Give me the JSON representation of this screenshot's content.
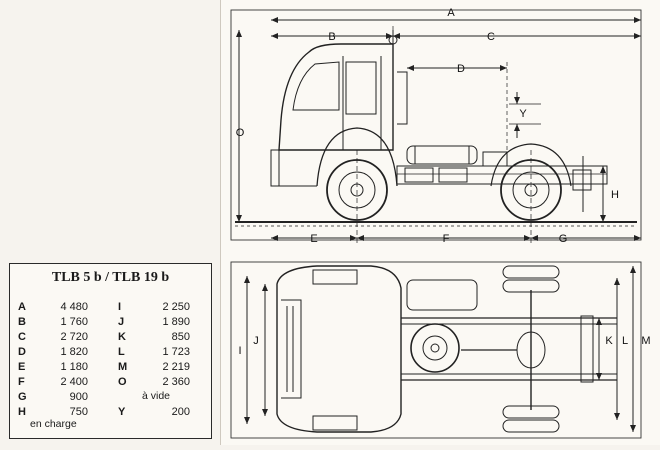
{
  "spec": {
    "title": "TLB 5 b / TLB 19 b",
    "left": [
      {
        "key": "A",
        "value": "4 480"
      },
      {
        "key": "B",
        "value": "1 760"
      },
      {
        "key": "C",
        "value": "2 720"
      },
      {
        "key": "D",
        "value": "1 820"
      },
      {
        "key": "E",
        "value": "1 180"
      },
      {
        "key": "F",
        "value": "2 400"
      },
      {
        "key": "G",
        "value": "900"
      },
      {
        "key": "H",
        "value": "750"
      }
    ],
    "left_note": "en charge",
    "right": [
      {
        "key": "I",
        "value": "2 250"
      },
      {
        "key": "J",
        "value": "1 890"
      },
      {
        "key": "K",
        "value": "850"
      },
      {
        "key": "L",
        "value": "1 723"
      },
      {
        "key": "M",
        "value": "2 219"
      },
      {
        "key": "O",
        "value": "2 360"
      },
      {
        "key": "Y",
        "value": "200"
      }
    ],
    "right_note": "à vide"
  },
  "labels": {
    "A": "A",
    "B": "B",
    "C": "C",
    "D": "D",
    "E": "E",
    "F": "F",
    "G": "G",
    "H": "H",
    "I": "I",
    "J": "J",
    "K": "K",
    "L": "L",
    "M": "M",
    "O": "O",
    "Y": "Y"
  }
}
